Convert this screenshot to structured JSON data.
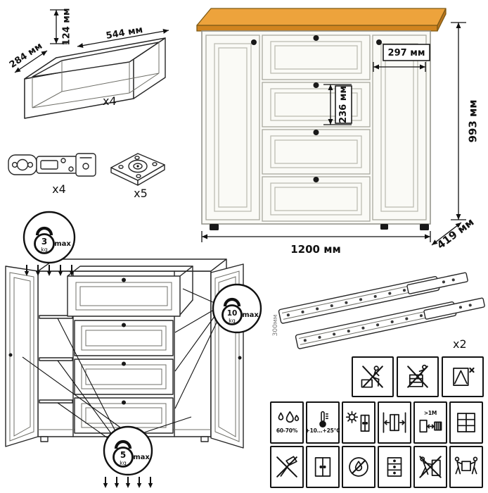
{
  "figures": {
    "drawer_box": {
      "height": "124 мм",
      "width": "544 мм",
      "depth": "284 мм",
      "count": "x4"
    },
    "hinge": {
      "count": "x4"
    },
    "mount_plate": {
      "count": "x5"
    },
    "commode": {
      "height": "993 мм",
      "width": "1200 мм",
      "depth": "419 мм",
      "door_width": "297 мм",
      "drawer_height": "236 мм"
    },
    "slides": {
      "count": "x2",
      "length": "300мм"
    },
    "limits": {
      "top": {
        "value": "3",
        "unit": "kg",
        "note": "max"
      },
      "drawer": {
        "value": "10",
        "unit": "kg",
        "note": "max"
      },
      "shelf": {
        "value": "5",
        "unit": "kg",
        "note": "max"
      }
    },
    "care": {
      "humidity": "60-70%",
      "temperature": "+10...+25°C",
      "distance": ">1M"
    }
  },
  "icons": {
    "row_top": [
      "no-sitting-icon",
      "no-climbing-icon",
      "tilt-window-icon"
    ],
    "row_mid": [
      "humidity-icon",
      "temperature-icon",
      "sunlight-icon",
      "side-clearance-icon",
      "heat-distance-icon",
      "window-grid-icon"
    ],
    "row_bottom": [
      "no-tools-icon",
      "cabinet-doors-icon",
      "no-moisture-icon",
      "cabinet-drawers-icon",
      "no-push-icon",
      "carry-together-icon"
    ]
  },
  "colors": {
    "wood": "#EDA33C",
    "wood_edge": "#D0841F",
    "wood_end": "#B8741C",
    "body": "#FAFAF6"
  }
}
